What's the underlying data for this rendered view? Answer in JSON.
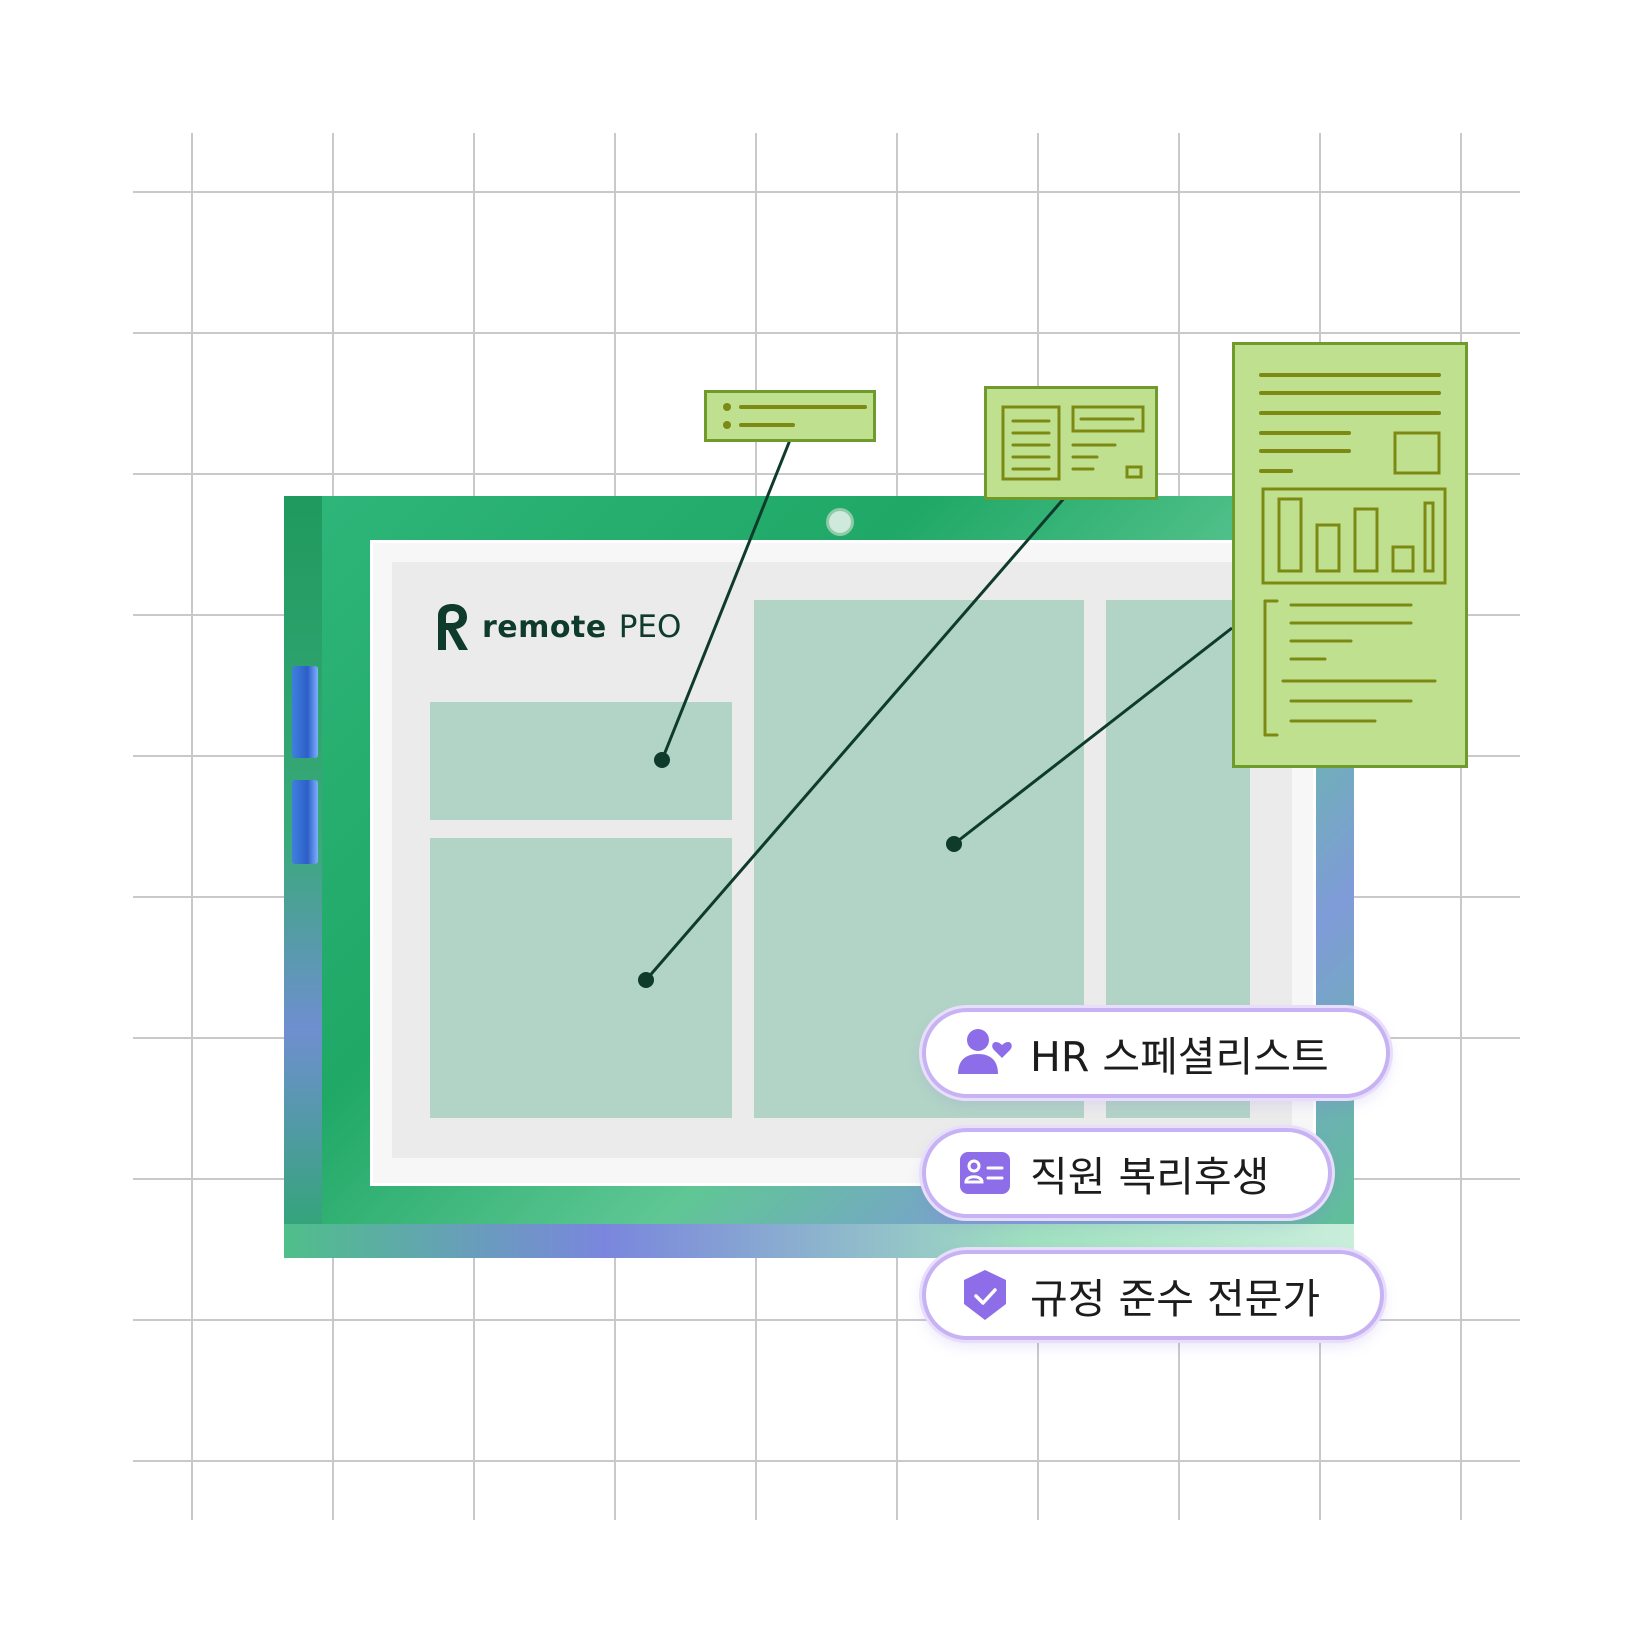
{
  "brand": {
    "wordmark": "remote",
    "product": "PEO",
    "color": "#0e3b2c"
  },
  "features": [
    {
      "label": "HR 스페셜리스트",
      "icon": "person-heart-icon"
    },
    {
      "label": "직원 복리후생",
      "icon": "id-card-icon"
    },
    {
      "label": "규정 준수 전문가",
      "icon": "shield-check-icon"
    }
  ],
  "colors": {
    "device_green": "#1fa866",
    "panel": "#b2d4c6",
    "card_fill": "#bfe08f",
    "card_stroke": "#6f9b2c",
    "accent_purple": "#8e6ee8",
    "pill_border": "#c7b2f3",
    "connector": "#0e3b2c"
  }
}
